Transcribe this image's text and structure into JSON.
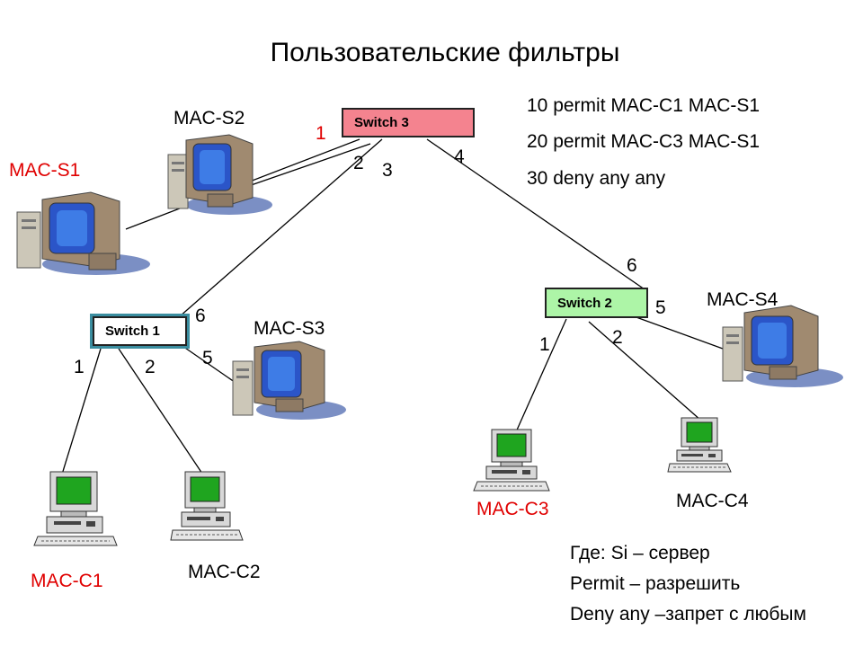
{
  "title": "Пользовательские фильтры",
  "switches": {
    "s3": "Switch 3",
    "s2": "Switch 2",
    "s1": "Switch 1"
  },
  "hosts": {
    "mac_s1": "MAC-S1",
    "mac_s2": "MAC-S2",
    "mac_s3": "MAC-S3",
    "mac_s4": "MAC-S4",
    "mac_c1": "MAC-C1",
    "mac_c2": "MAC-C2",
    "mac_c3": "MAC-C3",
    "mac_c4": "MAC-C4"
  },
  "ports": {
    "s3_p1": "1",
    "s3_p2": "2",
    "s3_p3": "3",
    "s3_p4": "4",
    "s2_p6": "6",
    "s2_p5": "5",
    "s2_p1": "1",
    "s2_p2": "2",
    "s1_p6": "6",
    "s1_p5": "5",
    "s1_p1": "1",
    "s1_p2": "2"
  },
  "rules": [
    "10 permit MAC-C1 MAC-S1",
    "20 permit MAC-C3 MAC-S1",
    "30 deny any any"
  ],
  "legend": [
    "Где:  Si – сервер",
    "Permit – разрешить",
    "Deny any –запрет с любым"
  ],
  "colors": {
    "red": "#e00000",
    "switch3": "#f4838f",
    "switch2": "#adf5a7",
    "switch1_border": "#3b8ea0"
  }
}
